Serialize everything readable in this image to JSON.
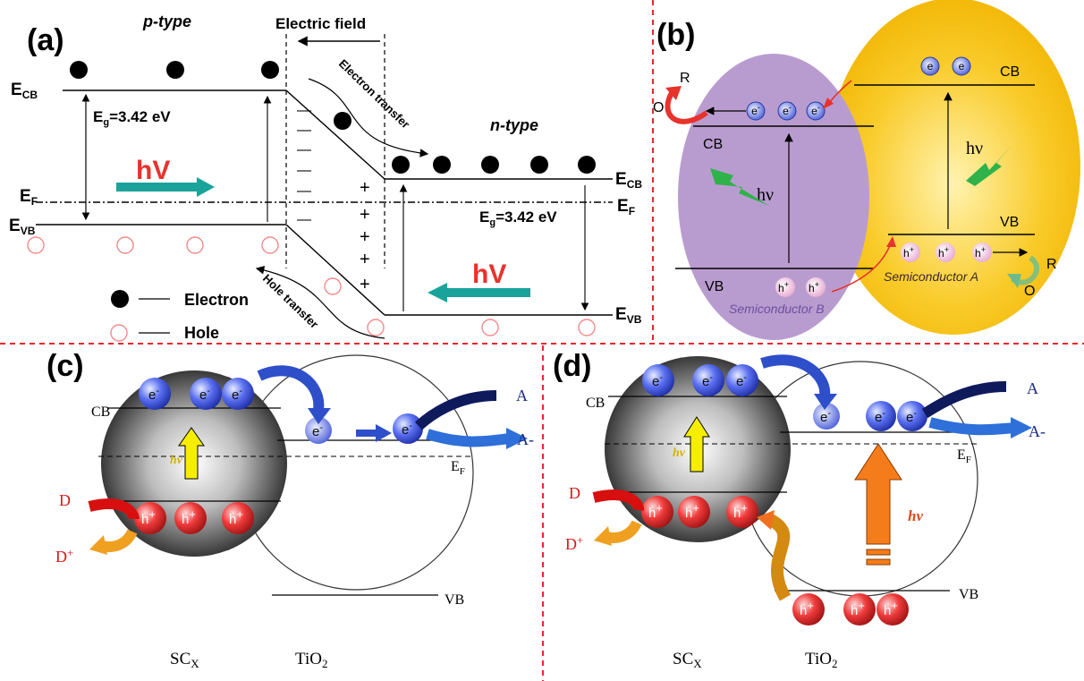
{
  "colors": {
    "divider": "#e8262b",
    "teal": "#1aa39a",
    "hv_red": "#e8322b",
    "purple": "#b99ccf",
    "yellow": "#f7c51f",
    "electron_blue": "#3a4fd8",
    "hole_red": "#e12a2a"
  },
  "panel_a": {
    "label": "(a)",
    "p_type": "p-type",
    "n_type": "n-type",
    "electric_field": "Electric field",
    "ecb": "E",
    "ecb_sub": "CB",
    "evb": "E",
    "evb_sub": "VB",
    "ef": "E",
    "ef_sub": "F",
    "eg": "E",
    "eg_sub": "g",
    "eg_val": "=3.42 eV",
    "hv": "hV",
    "electron_transfer": "Electron transfer",
    "hole_transfer": "Hole transfer",
    "legend_electron": "Electron",
    "legend_hole": "Hole",
    "minus": "—",
    "plus": "+"
  },
  "panel_b": {
    "label": "(b)",
    "cb": "CB",
    "vb": "VB",
    "hv": "hν",
    "sc_b": "Semiconductor B",
    "sc_a": "Semiconductor A",
    "r": "R",
    "o": "O",
    "e": "e",
    "h": "h",
    "minus": "-",
    "plus": "+"
  },
  "panel_c": {
    "label": "(c)",
    "cb": "CB",
    "vb": "VB",
    "hv": "hν",
    "ef": "E",
    "ef_sub": "F",
    "a": "A",
    "a_minus": "A-",
    "d": "D",
    "d_plus": "D",
    "plus": "+",
    "scx": "SC",
    "scx_sub": "X",
    "tio2": "TiO",
    "tio2_sub": "2",
    "e": "e",
    "h": "h",
    "minus": "-"
  },
  "panel_d": {
    "label": "(d)",
    "cb": "CB",
    "vb": "VB",
    "hv": "hν",
    "ef": "E",
    "ef_sub": "F",
    "a": "A",
    "a_minus": "A-",
    "d": "D",
    "d_plus": "D",
    "plus": "+",
    "scx": "SC",
    "scx_sub": "X",
    "tio2": "TiO",
    "tio2_sub": "2",
    "e": "e",
    "h": "h",
    "minus": "-"
  }
}
